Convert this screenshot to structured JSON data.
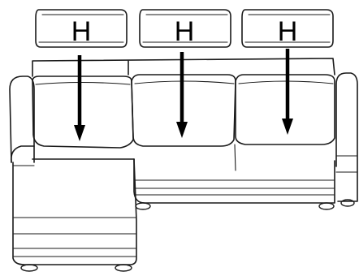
{
  "headrests": [
    {
      "label": "H"
    },
    {
      "label": "H"
    },
    {
      "label": "H"
    }
  ],
  "colors": {
    "line": "#1a1a1a",
    "arrow": "#000000",
    "background": "#ffffff"
  }
}
